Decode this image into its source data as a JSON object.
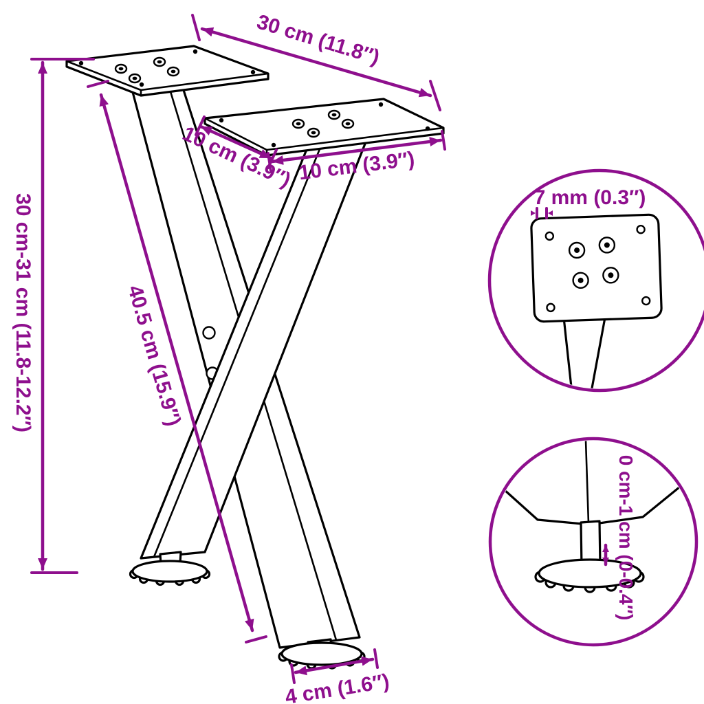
{
  "diagram": {
    "subject": "X-shaped table legs with mounting plates and adjustable feet",
    "colors": {
      "accent": "#8E0F8D",
      "outline": "#000000",
      "background": "#FFFFFF"
    },
    "dimensions": {
      "top_width": "30 cm (11.8″)",
      "plate_depth": "10 cm (3.9″)",
      "plate_width": "10 cm (3.9″)",
      "height_range": "30 cm-31 cm (11.8-12.2″)",
      "leg_length": "40.5 cm (15.9″)",
      "foot_diameter": "4 cm (1.6″)",
      "screw_hole_diameter": "7 mm (0.3″)",
      "foot_height_adjustment": "0 cm-1 cm (0-0.4″)"
    }
  }
}
